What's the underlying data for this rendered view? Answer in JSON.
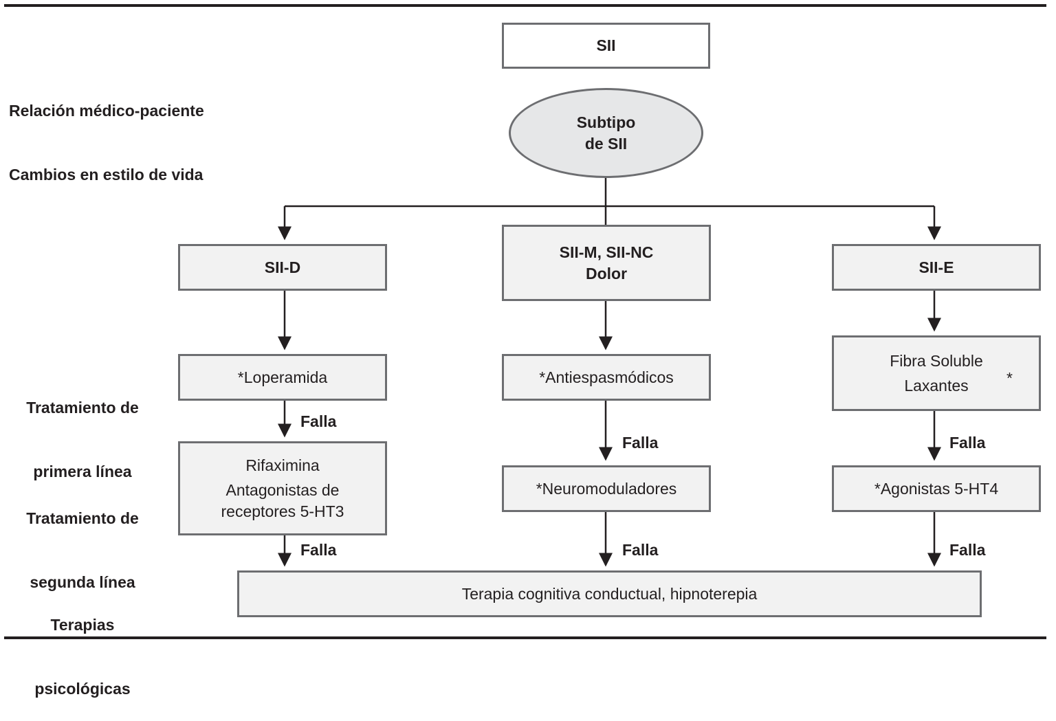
{
  "root": {
    "label": "SII"
  },
  "subtype": {
    "line1": "Subtipo",
    "line2": "de SII"
  },
  "side_labels": {
    "general_line1": "Relación médico-paciente",
    "general_line2": "Cambios en estilo de vida",
    "first_line1": "Tratamiento de",
    "first_line2": "primera línea",
    "second_line1": "Tratamiento de",
    "second_line2": "segunda línea",
    "psych_line1": "Terapias",
    "psych_line2": "psicológicas"
  },
  "branches": {
    "d": {
      "label": "SII-D",
      "first": "*Loperamida",
      "second_line1": "Rifaximina",
      "second_line2": "Antagonistas de",
      "second_line3": "receptores 5-HT3"
    },
    "m": {
      "label_line1": "SII-M, SII-NC",
      "label_line2": "Dolor",
      "first": "*Antiespasmódicos",
      "second": "*Neuromoduladores"
    },
    "e": {
      "label": "SII-E",
      "first_line1": "Fibra Soluble",
      "first_line2": "Laxantes",
      "first_star": "*",
      "second": "*Agonistas 5-HT4"
    }
  },
  "failure_label": "Falla",
  "final": {
    "label": "Terapia cognitiva conductual, hipnoterepia"
  }
}
